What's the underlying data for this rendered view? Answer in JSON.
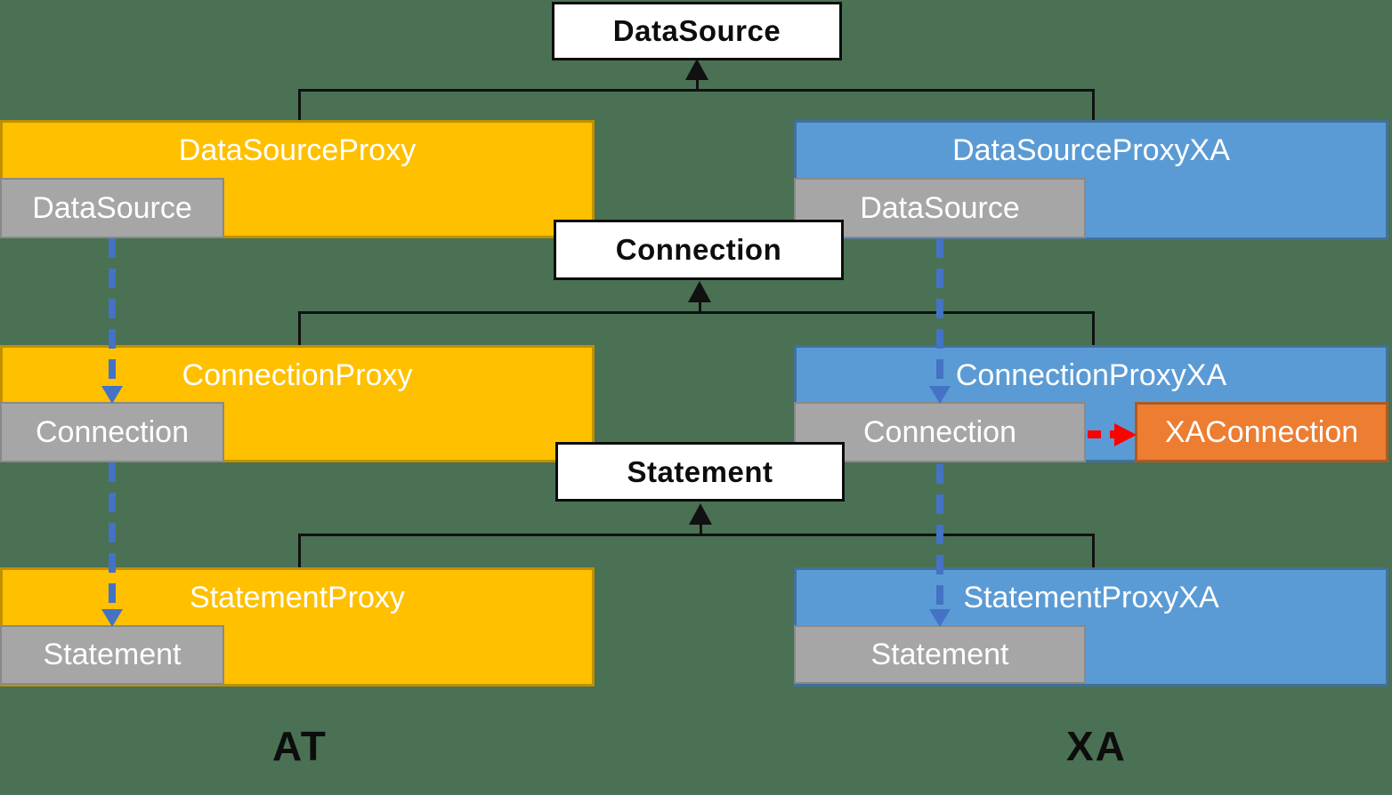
{
  "colors": {
    "background": "#4A7153",
    "at_fill": "#FFC000",
    "at_border": "#BF9000",
    "xa_fill": "#5B9BD5",
    "xa_border": "#41719C",
    "wrapped_fill": "#A6A6A6",
    "interface_fill": "#FFFFFF",
    "xa_connection_fill": "#ED7D31",
    "delegate_arrow": "#4472C4",
    "xa_link_arrow": "#FF0000",
    "inherit_line": "#000000"
  },
  "interfaces": [
    {
      "label": "DataSource"
    },
    {
      "label": "Connection"
    },
    {
      "label": "Statement"
    }
  ],
  "at": {
    "label": "AT",
    "rows": [
      {
        "proxy": "DataSourceProxy",
        "wraps": "DataSource"
      },
      {
        "proxy": "ConnectionProxy",
        "wraps": "Connection"
      },
      {
        "proxy": "StatementProxy",
        "wraps": "Statement"
      }
    ]
  },
  "xa": {
    "label": "XA",
    "rows": [
      {
        "proxy": "DataSourceProxyXA",
        "wraps": "DataSource"
      },
      {
        "proxy": "ConnectionProxyXA",
        "wraps": "Connection"
      },
      {
        "proxy": "StatementProxyXA",
        "wraps": "Statement"
      }
    ],
    "xa_connection_label": "XAConnection"
  }
}
